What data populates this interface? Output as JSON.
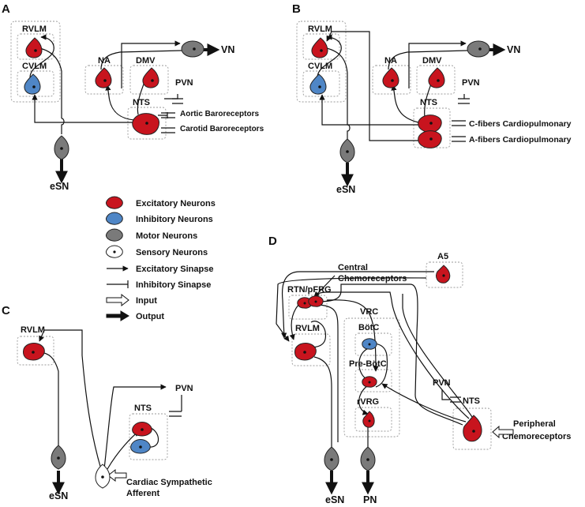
{
  "colors": {
    "excitatory": "#c8141e",
    "inhibitory": "#4f86c6",
    "motor": "#7a7a7a",
    "sensory": "#ffffff",
    "outline": "#222222"
  },
  "panels": {
    "a": {
      "label": "A",
      "rvlm": "RVLM",
      "cvlm": "CVLM",
      "na": "NA",
      "dmv": "DMV",
      "pvn": "PVN",
      "nts": "NTS",
      "aortic": "Aortic Baroreceptors",
      "carotid": "Carotid Baroreceptors",
      "vn": "VN",
      "esn": "eSN"
    },
    "b": {
      "label": "B",
      "rvlm": "RVLM",
      "cvlm": "CVLM",
      "na": "NA",
      "dmv": "DMV",
      "pvn": "PVN",
      "nts": "NTS",
      "cfibers": "C-fibers Cardiopulmonary",
      "afibers": "A-fibers Cardiopulmonary",
      "vn": "VN",
      "esn": "eSN"
    },
    "c": {
      "label": "C",
      "rvlm": "RVLM",
      "pvn": "PVN",
      "nts": "NTS",
      "afferent_line1": "Cardiac Sympathetic",
      "afferent_line2": "Afferent",
      "esn": "eSN"
    },
    "d": {
      "label": "D",
      "a5": "A5",
      "central_line1": "Central",
      "central_line2": "Chemoreceptors",
      "rtn": "RTN/pFRG",
      "vrc": "VRC",
      "botc": "BötC",
      "prebotc": "Pre-BötC",
      "rvlm": "RVLM",
      "rvrg": "rVRG",
      "pvn": "PVN",
      "nts": "NTS",
      "peripheral_line1": "Peripheral",
      "peripheral_line2": "Chemoreceptors",
      "esn": "eSN",
      "pn": "PN"
    }
  },
  "legend": {
    "items": [
      {
        "label": "Excitatory Neurons",
        "icon": "excitatory-neuron-icon"
      },
      {
        "label": "Inhibitory Neurons",
        "icon": "inhibitory-neuron-icon"
      },
      {
        "label": "Motor Neurons",
        "icon": "motor-neuron-icon"
      },
      {
        "label": "Sensory Neurons",
        "icon": "sensory-neuron-icon"
      },
      {
        "label": "Excitatory Sinapse",
        "icon": "excitatory-synapse-icon"
      },
      {
        "label": "Inhibitory Sinapse",
        "icon": "inhibitory-synapse-icon"
      },
      {
        "label": "Input",
        "icon": "input-arrow-icon"
      },
      {
        "label": "Output",
        "icon": "output-arrow-icon"
      }
    ]
  }
}
